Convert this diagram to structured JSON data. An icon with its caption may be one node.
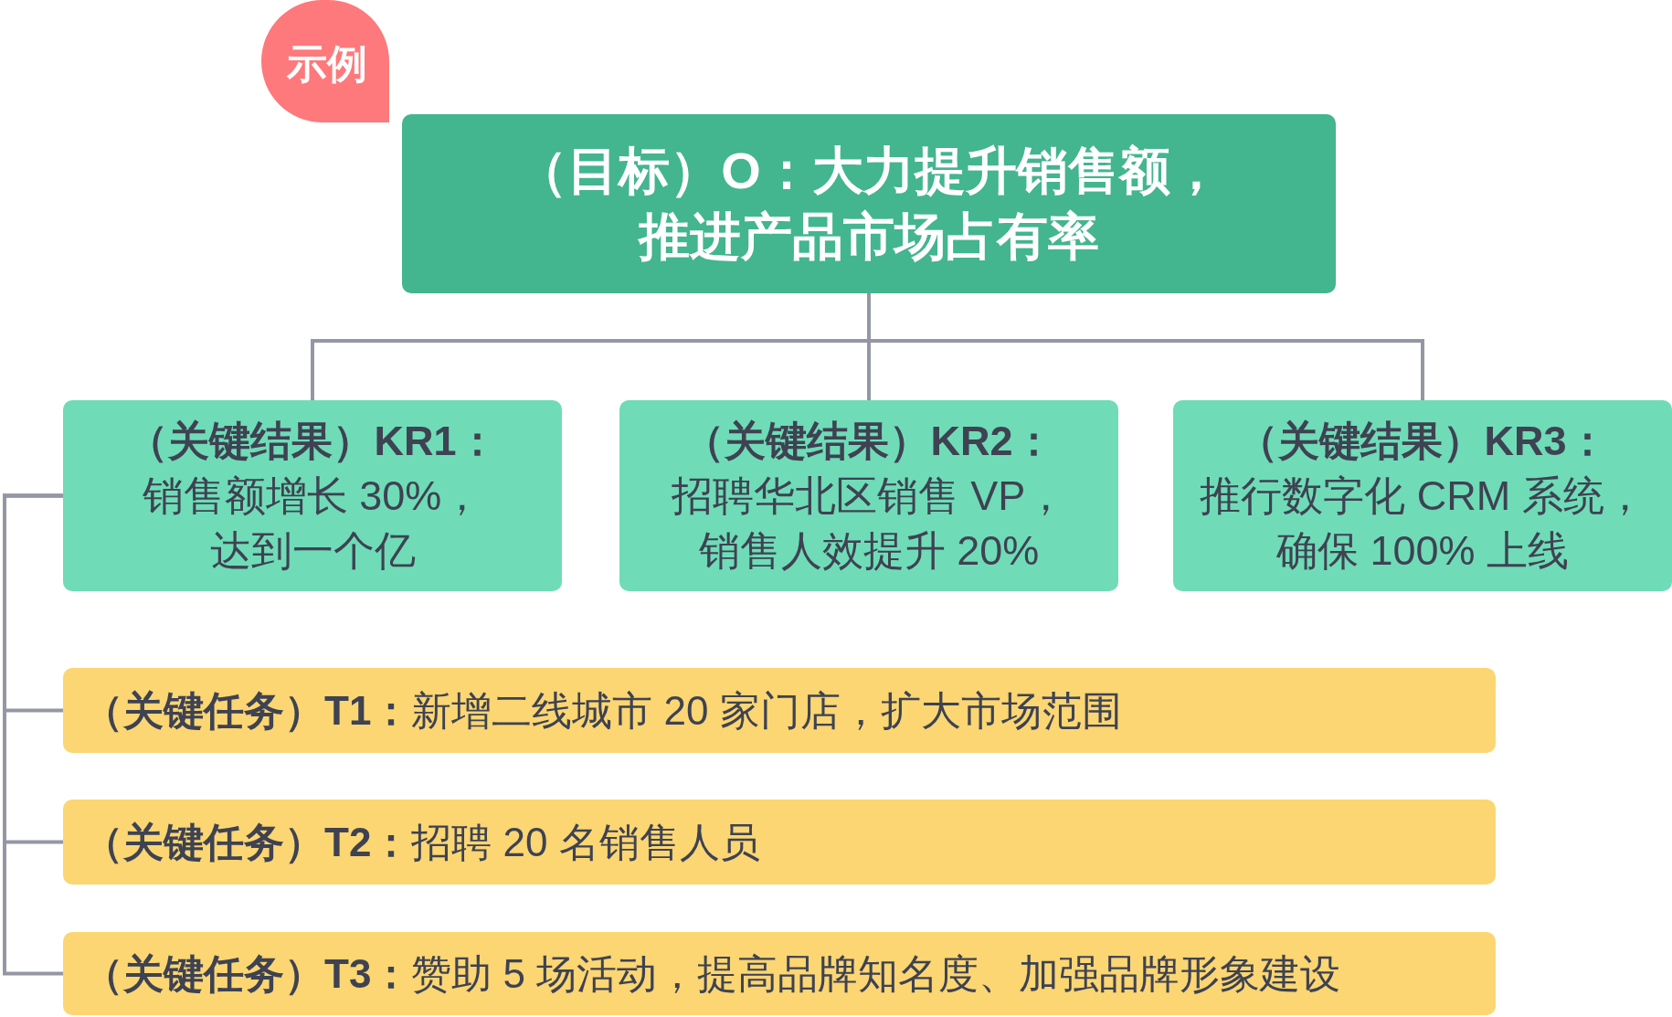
{
  "diagram": {
    "nodes": [
      {
        "text": [
          "示例"
        ]
      },
      {
        "text": [
          "（目标）O：大力提升销售额，推进产品市场占有率"
        ]
      },
      {
        "text": [
          "（关键结果）KR1：",
          "销售额增长 30%，达到一个亿"
        ]
      },
      {
        "text": [
          "（关键结果）KR2：",
          "招聘华北区销售 VP，销售人效提升 20%"
        ]
      },
      {
        "text": [
          "（关键结果）KR3：",
          "推行数字化 CRM 系统，确保 100% 上线"
        ]
      },
      {
        "text": [
          "**（关键任务）T1：**新增二线城市 20 家门店，扩大市场范围"
        ]
      },
      {
        "text": [
          "**（关键任务）T2：**招聘 20 名销售人员"
        ]
      },
      {
        "text": [
          "**（关键任务）T3：**赞助 5 场活动，提高品牌知名度、加强品牌形象建设"
        ]
      }
    ],
    "edges": [
      {
        "from": 1,
        "to": 2,
        "arrow": "none"
      },
      {
        "from": 1,
        "to": 3,
        "arrow": "none"
      },
      {
        "from": 1,
        "to": 4,
        "arrow": "none"
      },
      {
        "from": 2,
        "to": 5,
        "arrow": "none"
      },
      {
        "from": 2,
        "to": 6,
        "arrow": "none"
      },
      {
        "from": 2,
        "to": 7,
        "arrow": "none"
      }
    ]
  }
}
